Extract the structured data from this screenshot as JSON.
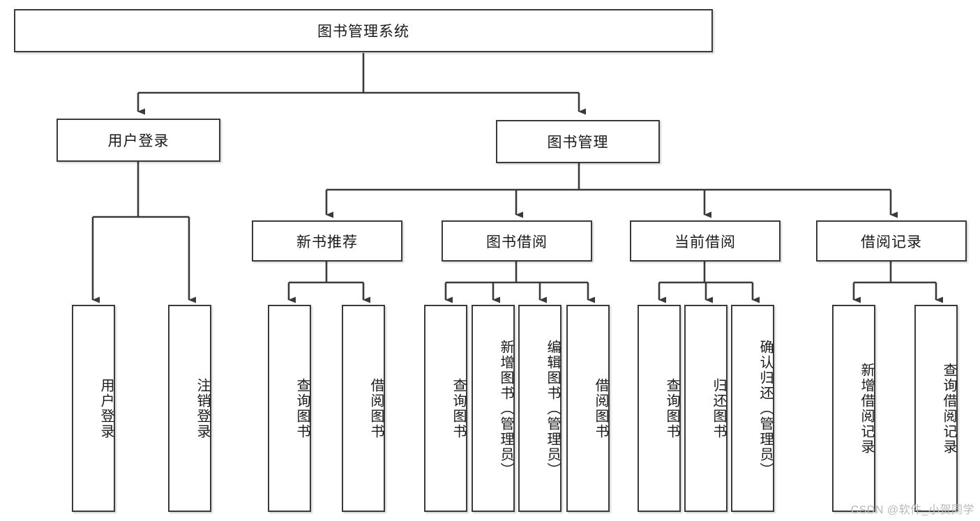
{
  "diagram": {
    "title": "图书管理系统",
    "type": "tree-hierarchy-diagram",
    "watermark": "CSDN @软件_小贺同学",
    "colors": {
      "border": "#3a3a3a",
      "fill": "#ffffff",
      "text": "#1a1a1a",
      "edge": "#3a3a3a",
      "watermark": "#b9b9b9"
    },
    "nodes": {
      "root": {
        "label": "图书管理系统",
        "orientation": "horizontal"
      },
      "user_login": {
        "label": "用户登录",
        "orientation": "horizontal"
      },
      "book_manage": {
        "label": "图书管理",
        "orientation": "horizontal"
      },
      "new_book_rec": {
        "label": "新书推荐",
        "orientation": "horizontal"
      },
      "book_borrow": {
        "label": "图书借阅",
        "orientation": "horizontal"
      },
      "current_borrow": {
        "label": "当前借阅",
        "orientation": "horizontal"
      },
      "borrow_record": {
        "label": "借阅记录",
        "orientation": "horizontal"
      },
      "leaf_user_login": {
        "label": "用户登录",
        "orientation": "vertical"
      },
      "leaf_logout": {
        "label": "注销登录",
        "orientation": "vertical"
      },
      "leaf_query_book_1": {
        "label": "查询图书",
        "orientation": "vertical"
      },
      "leaf_borrow_book_1": {
        "label": "借阅图书",
        "orientation": "vertical"
      },
      "leaf_query_book_2": {
        "label": "查询图书",
        "orientation": "vertical"
      },
      "leaf_add_book": {
        "label": "新增图书（管理员）",
        "orientation": "vertical"
      },
      "leaf_edit_book": {
        "label": "编辑图书（管理员）",
        "orientation": "vertical"
      },
      "leaf_borrow_book_2": {
        "label": "借阅图书",
        "orientation": "vertical"
      },
      "leaf_query_book_3": {
        "label": "查询图书",
        "orientation": "vertical"
      },
      "leaf_return_book": {
        "label": "归还图书",
        "orientation": "vertical"
      },
      "leaf_confirm_return": {
        "label": "确认归还（管理员）",
        "orientation": "vertical"
      },
      "leaf_add_record": {
        "label": "新增借阅记录",
        "orientation": "vertical"
      },
      "leaf_query_record": {
        "label": "查询借阅记录",
        "orientation": "vertical"
      }
    },
    "edges": [
      {
        "from": "root",
        "to": "user_login"
      },
      {
        "from": "root",
        "to": "book_manage"
      },
      {
        "from": "user_login",
        "to": "leaf_user_login"
      },
      {
        "from": "user_login",
        "to": "leaf_logout"
      },
      {
        "from": "book_manage",
        "to": "new_book_rec"
      },
      {
        "from": "book_manage",
        "to": "book_borrow"
      },
      {
        "from": "book_manage",
        "to": "current_borrow"
      },
      {
        "from": "book_manage",
        "to": "borrow_record"
      },
      {
        "from": "new_book_rec",
        "to": "leaf_query_book_1"
      },
      {
        "from": "new_book_rec",
        "to": "leaf_borrow_book_1"
      },
      {
        "from": "book_borrow",
        "to": "leaf_query_book_2"
      },
      {
        "from": "book_borrow",
        "to": "leaf_add_book"
      },
      {
        "from": "book_borrow",
        "to": "leaf_edit_book"
      },
      {
        "from": "book_borrow",
        "to": "leaf_borrow_book_2"
      },
      {
        "from": "current_borrow",
        "to": "leaf_query_book_3"
      },
      {
        "from": "current_borrow",
        "to": "leaf_return_book"
      },
      {
        "from": "current_borrow",
        "to": "leaf_confirm_return"
      },
      {
        "from": "borrow_record",
        "to": "leaf_add_record"
      },
      {
        "from": "borrow_record",
        "to": "leaf_query_record"
      }
    ]
  }
}
